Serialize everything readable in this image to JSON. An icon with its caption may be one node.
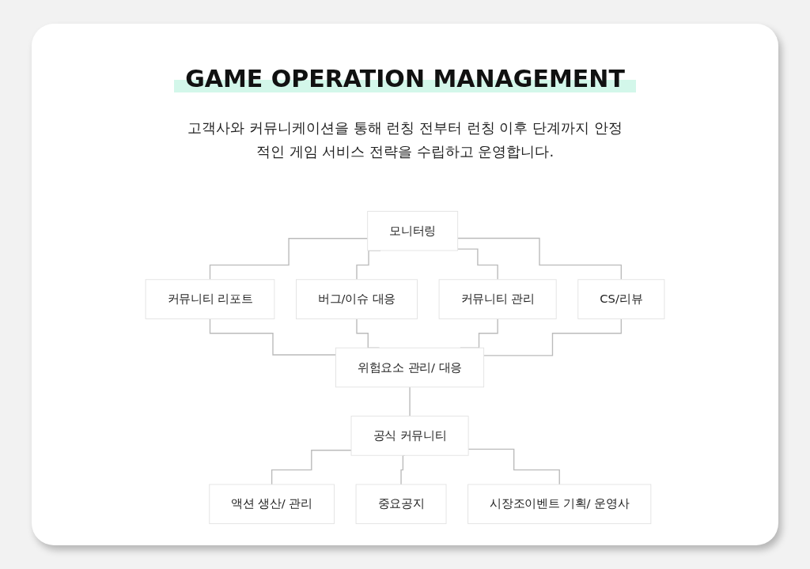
{
  "diagram": {
    "title": "GAME OPERATION MANAGEMENT",
    "nodes": [
      {
        "text": [
          "모니터링"
        ]
      },
      {
        "text": [
          "커뮤니티 리포트"
        ]
      },
      {
        "text": [
          "버그/이슈 대응"
        ]
      },
      {
        "text": [
          "커뮤니티 관리"
        ]
      },
      {
        "text": [
          "CS/리뷰"
        ]
      },
      {
        "text": [
          "위험요소 관리/ 대응"
        ]
      },
      {
        "text": [
          "액션 생산/ 관리"
        ]
      },
      {
        "text": [
          "공식 커뮤니티"
        ]
      },
      {
        "text": [
          "중요공지"
        ]
      },
      {
        "text": [
          "시장조이벤트 기획/ 운영사"
        ]
      }
    ],
    "edges": [
      {
        "from": 0,
        "to": 1,
        "arrow": "none"
      },
      {
        "from": 0,
        "to": 2,
        "arrow": "none"
      },
      {
        "from": 0,
        "to": 3,
        "arrow": "none"
      },
      {
        "from": 0,
        "to": 4,
        "arrow": "none"
      },
      {
        "from": 1,
        "to": 5,
        "arrow": "none"
      },
      {
        "from": 2,
        "to": 5,
        "arrow": "none"
      },
      {
        "from": 3,
        "to": 5,
        "arrow": "none"
      },
      {
        "from": 4,
        "to": 5,
        "arrow": "none"
      },
      {
        "from": 5,
        "to": 7,
        "arrow": "none"
      },
      {
        "from": 7,
        "to": 6,
        "arrow": "none"
      },
      {
        "from": 7,
        "to": 8,
        "arrow": "none"
      },
      {
        "from": 7,
        "to": 9,
        "arrow": "none"
      }
    ],
    "labels": [
      "고객사와 커뮤니케이션을 통해 런칭 전부터 런칭 이후 단계까지 안정적인 게임 서비스 전략을 수립하고 운영합니다."
    ]
  }
}
